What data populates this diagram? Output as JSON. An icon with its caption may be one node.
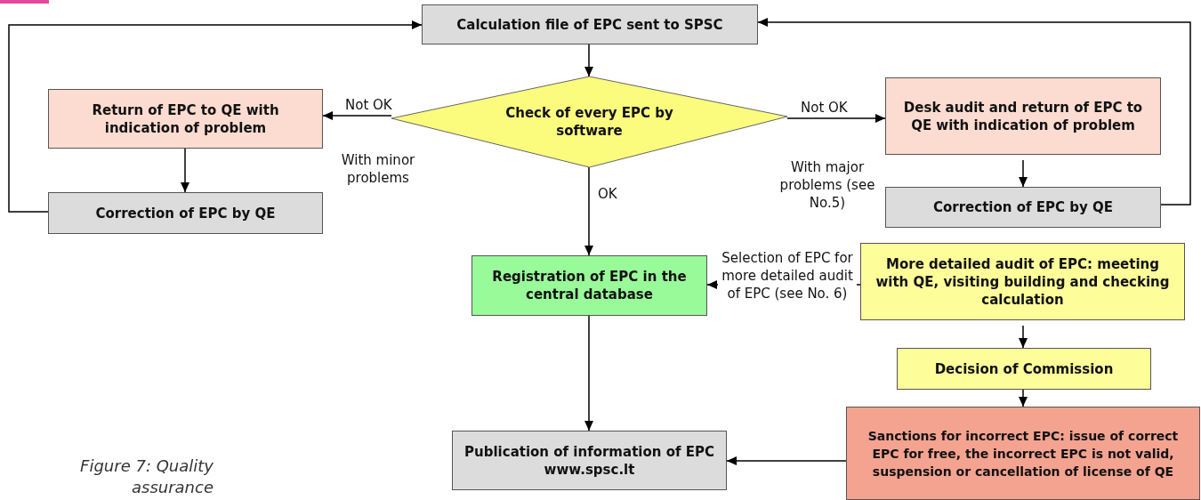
{
  "diagram": {
    "caption": "Figure 7: Quality assurance",
    "nodes": [
      {
        "text": [
          "Calculation file of EPC sent to SPSC"
        ]
      },
      {
        "text": [
          "Check of every EPC by software"
        ]
      },
      {
        "text": [
          "Return of EPC to QE with indication of problem"
        ]
      },
      {
        "text": [
          "Correction of EPC by QE"
        ]
      },
      {
        "text": [
          "Desk audit and return of EPC to QE with indication of problem"
        ]
      },
      {
        "text": [
          "Correction of EPC by QE"
        ]
      },
      {
        "text": [
          "Registration of EPC in the central database"
        ]
      },
      {
        "text": [
          "More detailed audit of EPC: meeting with QE, visiting building and checking calculation"
        ]
      },
      {
        "text": [
          "Decision of Commission"
        ]
      },
      {
        "text": [
          "Sanctions for incorrect EPC: issue of correct EPC for free, the incorrect EPC is not valid, suspension or cancellation of license of QE"
        ]
      },
      {
        "text": [
          "Publication of information of EPC www.spsc.lt"
        ]
      }
    ],
    "edges": [
      {
        "from": 0,
        "to": 1,
        "arrow": "to"
      },
      {
        "from": 1,
        "to": 2,
        "arrow": "to",
        "label": "Not OK"
      },
      {
        "from": 2,
        "to": 3,
        "arrow": "to"
      },
      {
        "from": 3,
        "to": 0,
        "arrow": "to"
      },
      {
        "from": 1,
        "to": 4,
        "arrow": "to",
        "label": "Not OK"
      },
      {
        "from": 4,
        "to": 5,
        "arrow": "to"
      },
      {
        "from": 5,
        "to": 0,
        "arrow": "to"
      },
      {
        "from": 1,
        "to": 6,
        "arrow": "to",
        "label": "OK"
      },
      {
        "from": 7,
        "to": 6,
        "arrow": "to",
        "label": "Selection of EPC for more detailed audit of EPC (see No. 6)"
      },
      {
        "from": 7,
        "to": 8,
        "arrow": "to"
      },
      {
        "from": 8,
        "to": 9,
        "arrow": "to"
      },
      {
        "from": 6,
        "to": 10,
        "arrow": "to"
      },
      {
        "from": 9,
        "to": 10,
        "arrow": "to"
      }
    ],
    "labels": [
      "With minor problems",
      "With major problems (see No.5)"
    ]
  }
}
